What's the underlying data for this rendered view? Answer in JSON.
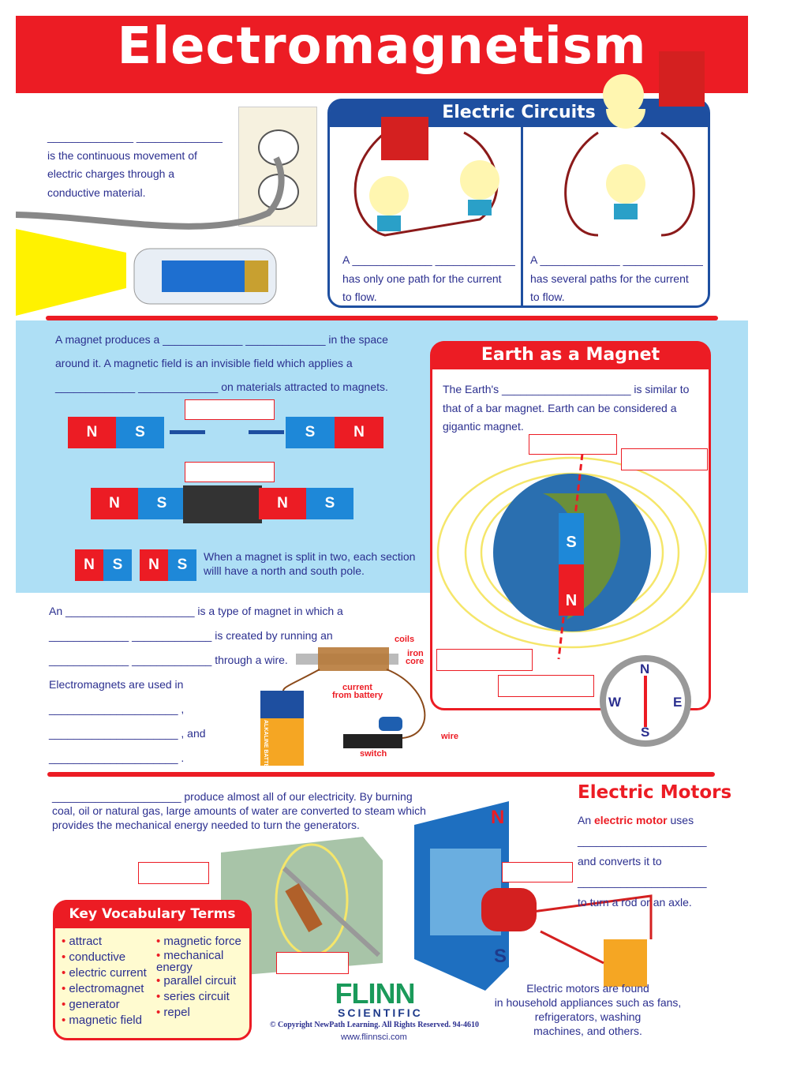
{
  "title": "Electromagnetism",
  "current": {
    "blank": "______________ ______________",
    "text": [
      "is the continuous movement of",
      "electric charges through a",
      "conductive material."
    ]
  },
  "circuits": {
    "header": "Electric Circuits",
    "series": [
      "A _____________ _____________",
      "has only one path for the current",
      "to flow."
    ],
    "parallel": [
      "A _____________ _____________",
      "has several paths for the current",
      "to flow."
    ]
  },
  "magnet": {
    "text": [
      "A magnet produces a _____________ _____________ in the space",
      "around it.  A magnetic field is an invisible field which applies a",
      "_____________ _____________ on materials attracted to magnets."
    ],
    "N": "N",
    "S": "S",
    "split": [
      "When a magnet is split in two, each section",
      "willl have a north and south pole."
    ]
  },
  "earth": {
    "header": "Earth as a Magnet",
    "text": [
      "The Earth's _____________________  is similar to",
      "that of a bar magnet. Earth can be considered a",
      "gigantic magnet."
    ],
    "compass": [
      "N",
      "E",
      "S",
      "W"
    ]
  },
  "electromagnet": {
    "text": [
      "An _____________________  is a type of magnet in which a",
      "_____________ _____________ is created by running an",
      "_____________ _____________ through a wire.",
      "Electromagnets are used in",
      "_____________________ ,",
      "_____________________ , and",
      "_____________________  ."
    ],
    "labels": {
      "coils": "coils",
      "iron": "iron",
      "core": "core",
      "current1": "current",
      "current2": "from battery",
      "switch": "switch",
      "wire": "wire"
    },
    "battery": "ALKALINE BATTERY"
  },
  "generators": {
    "text": [
      "_____________________  produce almost all of our electricity.  By burning",
      "coal, oil or natural gas, large amounts of water are converted to steam which",
      "provides the mechanical energy needed to turn the generators."
    ]
  },
  "motors": {
    "header": "Electric Motors",
    "intro": "An ",
    "bold": "electric motor",
    "uses": " uses",
    "lines": [
      "_____________________",
      "and converts it to",
      "_____________________",
      "to turn a rod or an axle."
    ],
    "found": [
      "Electric motors are found",
      "in household appliances such as fans,",
      "refrigerators, washing",
      "machines, and others."
    ]
  },
  "vocab": {
    "header": "Key Vocabulary Terms",
    "col1": [
      "attract",
      "conductive",
      "electric current",
      "electromagnet",
      "generator",
      "magnetic field"
    ],
    "col2": [
      "magnetic force",
      "mechanical energy",
      "parallel circuit",
      "series circuit",
      "repel"
    ]
  },
  "footer": {
    "brand": "FLINN",
    "sub": "SCIENTIFIC",
    "copyright": "© Copyright NewPath Learning. All Rights Reserved. 94-4610",
    "url": "www.flinnsci.com"
  }
}
